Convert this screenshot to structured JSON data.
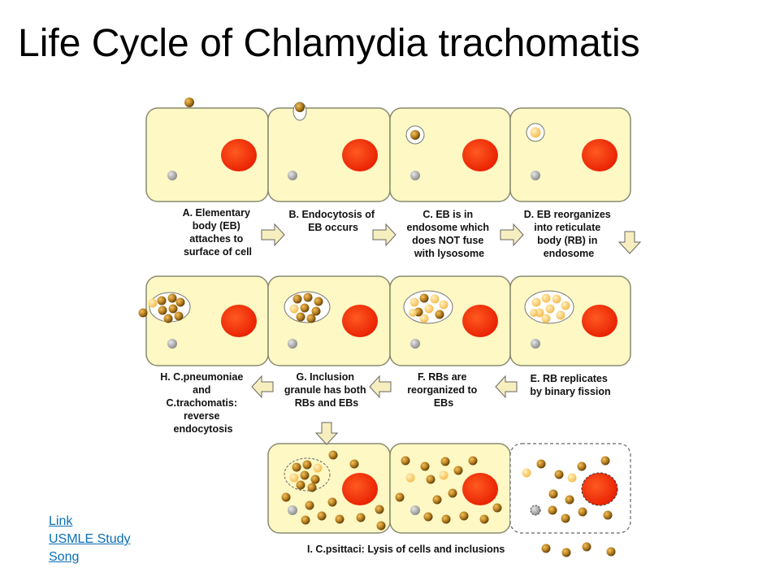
{
  "title": "Life Cycle of Chlamydia trachomatis",
  "steps": {
    "A": [
      "A. Elementary",
      "body (EB)",
      "attaches to",
      "surface of cell"
    ],
    "B": [
      "B. Endocytosis of",
      "EB occurs"
    ],
    "C": [
      "C. EB is in",
      "endosome which",
      "does NOT fuse",
      "with lysosome"
    ],
    "D": [
      "D. EB reorganizes",
      "into reticulate",
      "body (RB) in",
      "endosome"
    ],
    "E": [
      "E. RB replicates",
      "by binary fission"
    ],
    "F": [
      "F. RBs  are",
      "reorganized to",
      "EBs"
    ],
    "G": [
      "G. Inclusion",
      "granule has both",
      "RBs and EBs"
    ],
    "H": [
      "H.  C.pneumoniae",
      "and",
      "C.trachomatis:",
      "reverse",
      "endocytosis"
    ],
    "I": "I. C.psittaci: Lysis of cells and inclusions"
  },
  "links": [
    "Link",
    "USMLE Study",
    "Song"
  ],
  "colors": {
    "cell_fill": "#fdf8c4",
    "cell_border": "#8a8a70",
    "nucleus": "#ff2a00",
    "eb": "#b8801f",
    "rb": "#ffcf6a",
    "granule": "#b0b0b0",
    "arrow_fill": "#f6eebe",
    "link": "#0a6fb5"
  }
}
